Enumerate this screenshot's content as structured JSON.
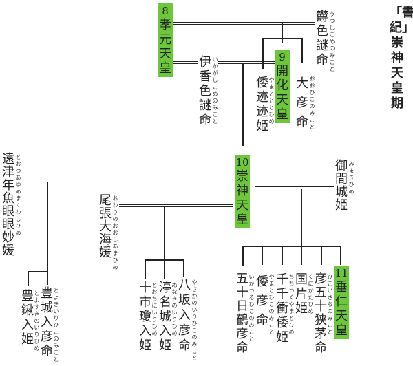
{
  "title": "「書紀」崇神天皇期",
  "emperors": {
    "e8": {
      "number": "8",
      "name": "孝元天皇"
    },
    "e9": {
      "number": "9",
      "name": "開化天皇"
    },
    "e10": {
      "number": "10",
      "name": "崇神天皇"
    },
    "e11": {
      "number": "11",
      "name": "垂仁天皇"
    }
  },
  "persons": {
    "utsushikome": {
      "name": "欝色謎命",
      "reading": "うつしこめのみこと"
    },
    "ikagashikome": {
      "name": "伊香色謎命",
      "reading": "いかがしこめのみこと"
    },
    "ohiko": {
      "name": "大彦命",
      "reading": "おおひこのみこと"
    },
    "yamatototohime": {
      "name": "倭迹迹姫",
      "reading": "やまとととひめ"
    },
    "toutsu": {
      "name": "遠津年魚眼眼妙媛",
      "reading": "とおつあゆめまくわしひめ"
    },
    "owari": {
      "name": "尾張大海媛",
      "reading": "おわりのおおしあまひめ"
    },
    "mimaki": {
      "name": "御間城姫",
      "reading": "みまきひめ"
    },
    "toyosuki": {
      "name": "豊鍬入姫",
      "reading": "とよすきのいりひめ"
    },
    "toyoki": {
      "name": "豊城入彦命",
      "reading": "とよきいりひこのみこと"
    },
    "tochini": {
      "name": "十市瓊入姫",
      "reading": "とおちにいりひめ"
    },
    "nunaki": {
      "name": "渟名城入姫",
      "reading": "ぬなきのいりひめ"
    },
    "yasaka": {
      "name": "八坂入彦命",
      "reading": "やさかのいりひこのみこと"
    },
    "ikatsuru": {
      "name": "五十日鶴彦命",
      "reading": "いかつるひこのみこと"
    },
    "yamatohiko": {
      "name": "倭彦命",
      "reading": "やまとひこのみこと"
    },
    "chichitsuku": {
      "name": "千千衝倭姫",
      "reading": "ちちつくやまとひめ"
    },
    "kunikata": {
      "name": "国片姫",
      "reading": "くにかたひめ"
    },
    "hikoisachi": {
      "name": "彦五十狭茅命",
      "reading": "ひこいさちのみこと"
    }
  },
  "colors": {
    "emperor_highlight": "#6cc83a"
  }
}
